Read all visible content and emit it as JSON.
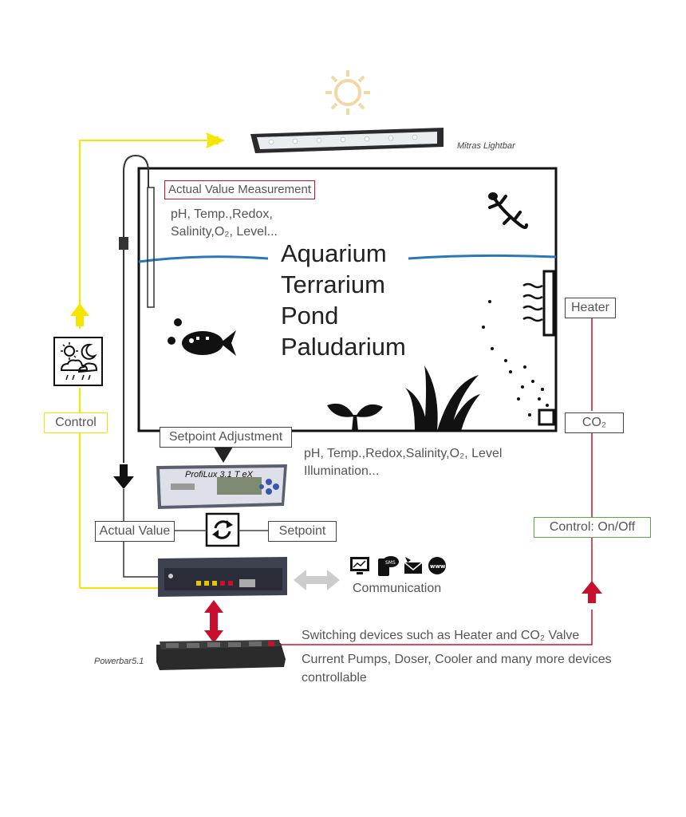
{
  "diagram": {
    "lightbar_label": "Mitras Lightbar",
    "measurement_box": "Actual Value Measurement",
    "measurement_params": [
      "pH, Temp.,Redox,",
      "Salinity,O₂, Level..."
    ],
    "environments": [
      "Aquarium",
      "Terrarium",
      "Pond",
      "Paludarium"
    ],
    "control_label": "Control",
    "heater_label": "Heater",
    "co2_label": "CO₂",
    "setpoint_adjustment": "Setpoint Adjustment",
    "controller_name": "ProfiLux 3.1 T eX",
    "setpoint_params": [
      "pH, Temp.,Redox,Salinity,O₂, Level",
      "Illumination..."
    ],
    "actual_value_label": "Actual Value",
    "setpoint_label": "Setpoint",
    "control_onoff_label": "Control: On/Off",
    "communication_label": "Communication",
    "switching_label": "Switching devices such as Heater and CO₂ Valve",
    "devices_label": [
      "Current Pumps, Doser, Cooler and many more devices",
      "controllable"
    ],
    "powerbar_label": "Powerbar5.1",
    "comm_icons": [
      "monitor-chart-icon",
      "sms-phone-icon",
      "email-icon",
      "www-globe-icon"
    ],
    "colors": {
      "control_line": "#f5e600",
      "switching_line": "#c8102e",
      "onoff_border": "#55aa44",
      "measurement_border": "#c8102e",
      "water": "#2a78b8"
    }
  }
}
